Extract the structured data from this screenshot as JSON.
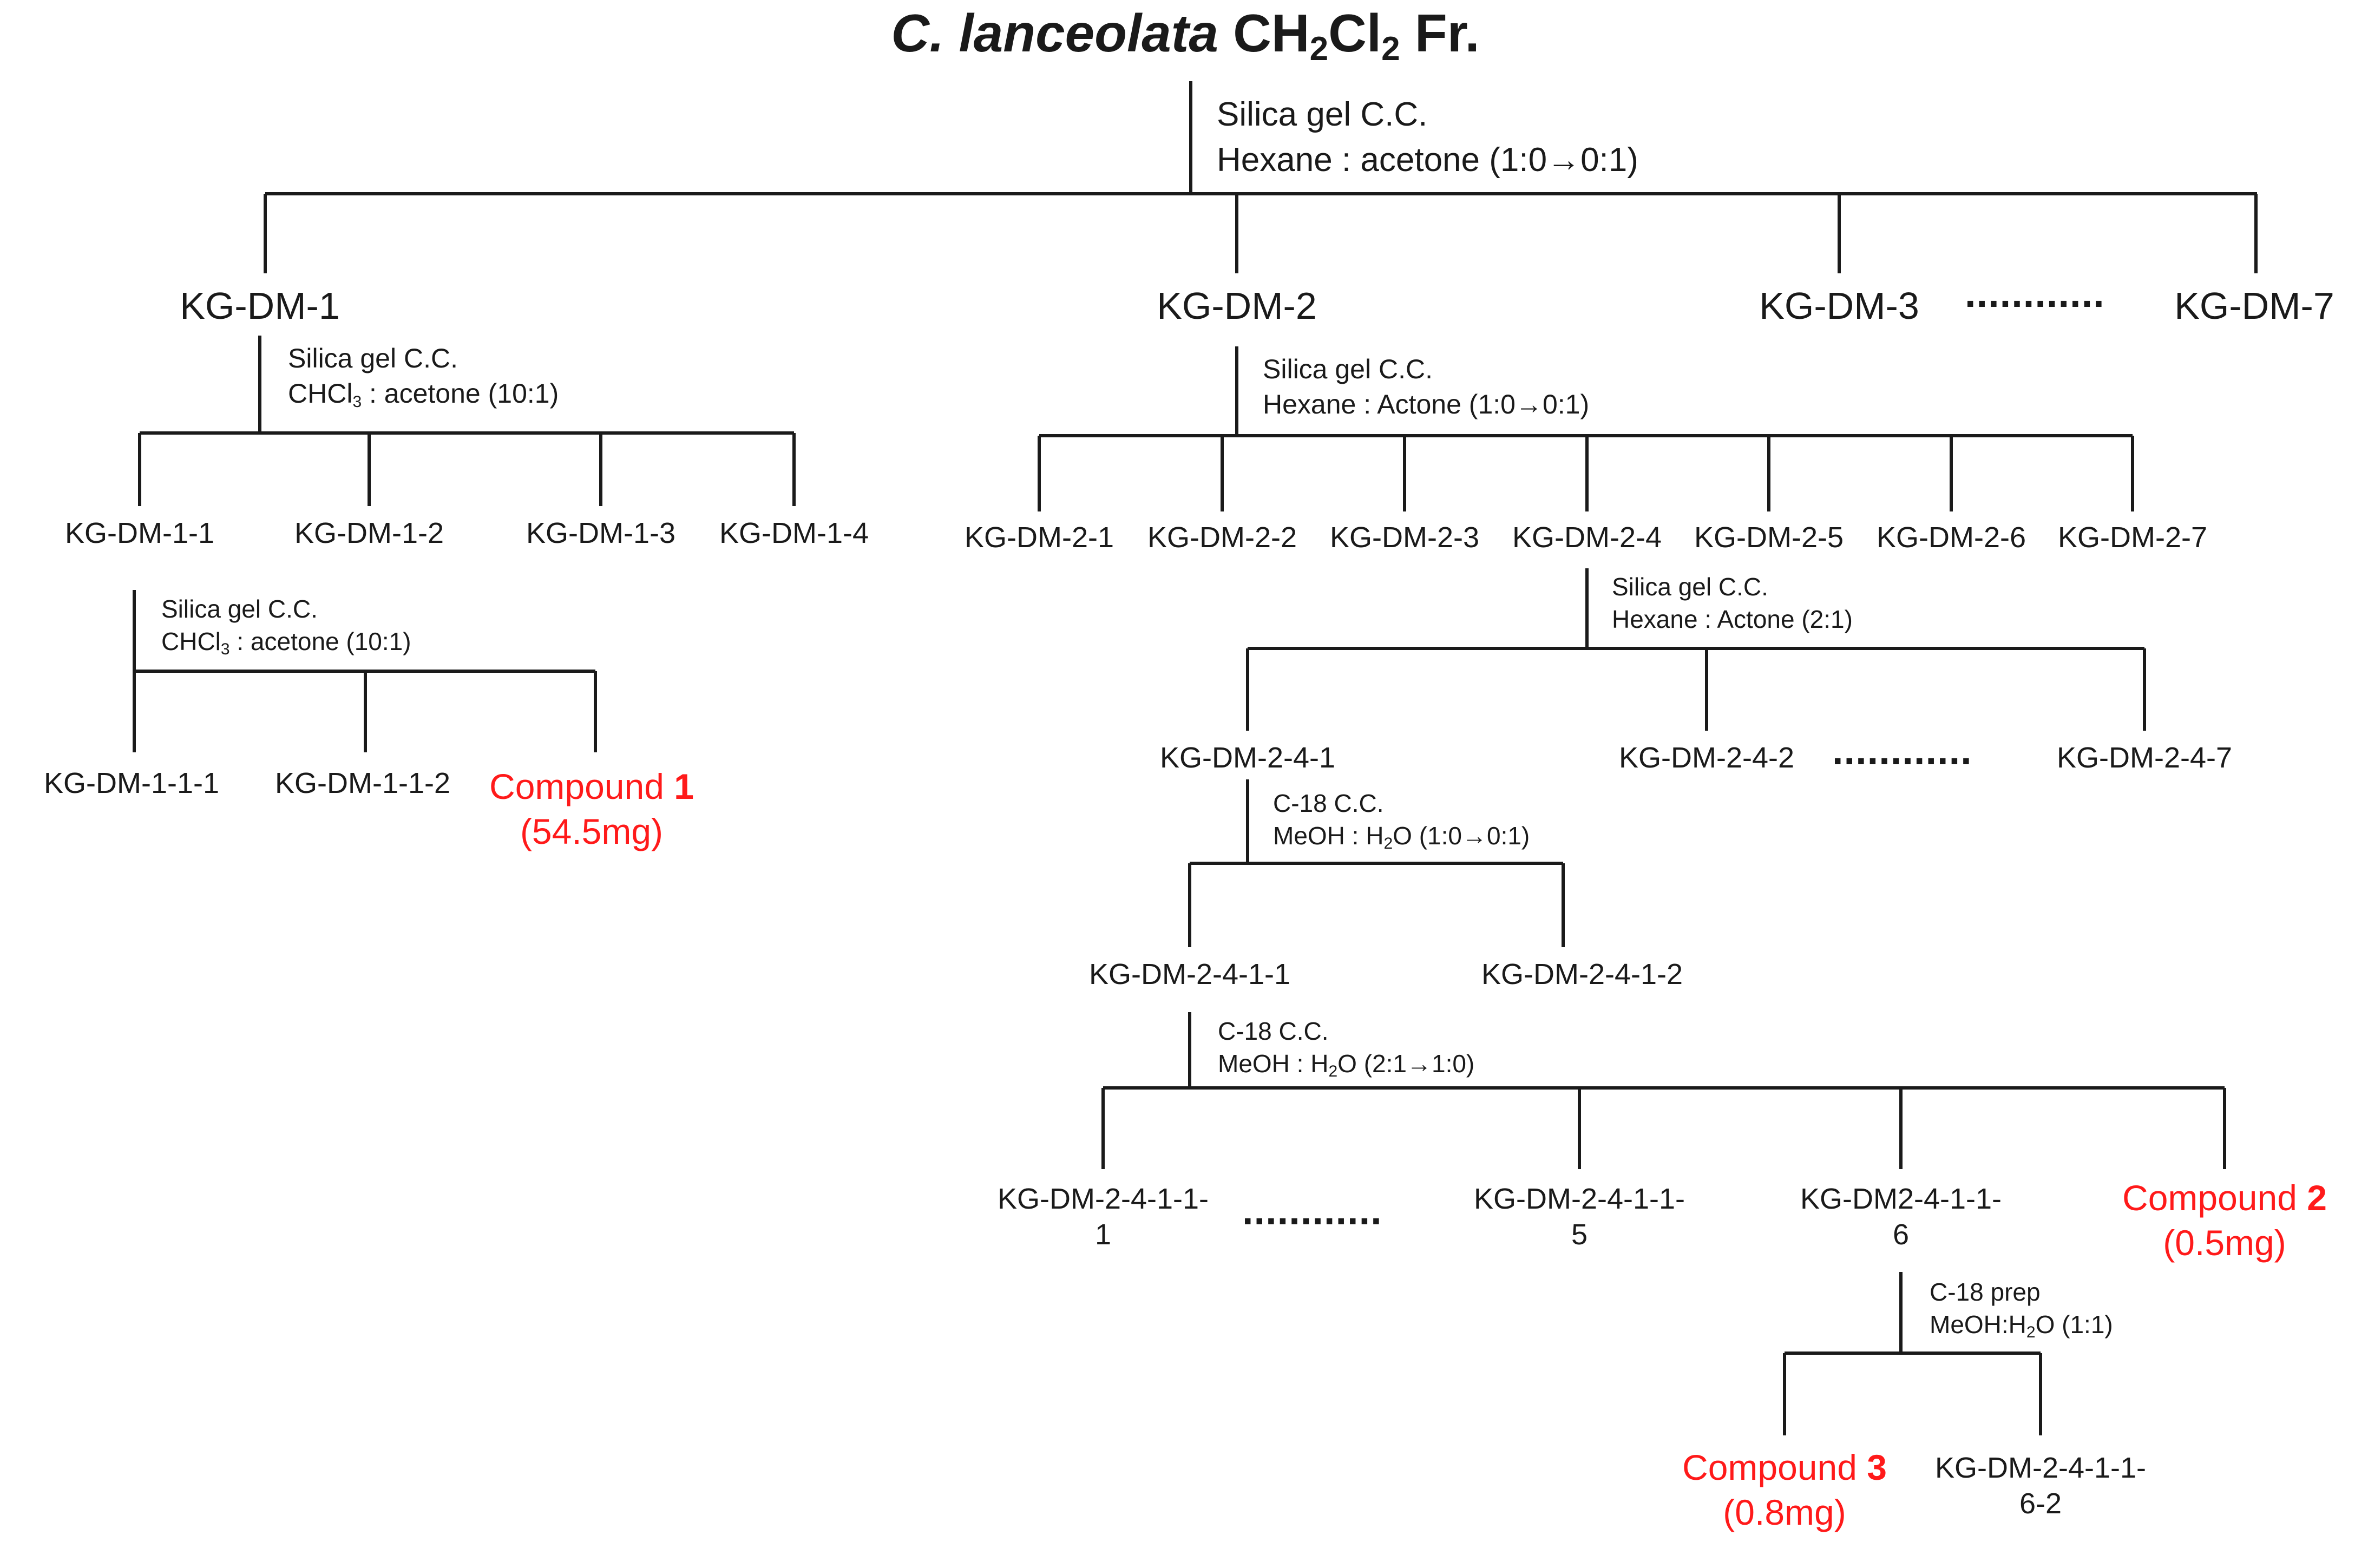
{
  "title": {
    "species": "C. lanceolata",
    "formula_main": "CH",
    "sub1": "2",
    "formula_mid": "Cl",
    "sub2": "2",
    "suffix": "Fr."
  },
  "step_main": {
    "line1": "Silica gel C.C.",
    "line2": "Hexane : acetone (1:0→0:1)"
  },
  "level1": [
    "KG-DM-1",
    "KG-DM-2",
    "KG-DM-3",
    "KG-DM-7"
  ],
  "step_dm1": {
    "line1": "Silica gel C.C.",
    "line2_a": "CHCl",
    "line2_sub": "3",
    "line2_b": " : acetone (10:1)"
  },
  "dm1_children": [
    "KG-DM-1-1",
    "KG-DM-1-2",
    "KG-DM-1-3",
    "KG-DM-1-4"
  ],
  "step_dm11": {
    "line1": "Silica gel C.C.",
    "line2_a": "CHCl",
    "line2_sub": "3",
    "line2_b": " : acetone (10:1)"
  },
  "dm11_children": [
    "KG-DM-1-1-1",
    "KG-DM-1-1-2"
  ],
  "compound1": {
    "label": "Compound ",
    "number": "1",
    "amount": "(54.5mg)"
  },
  "step_dm2": {
    "line1": "Silica gel C.C.",
    "line2": "Hexane : Actone (1:0→0:1)"
  },
  "dm2_children": [
    "KG-DM-2-1",
    "KG-DM-2-2",
    "KG-DM-2-3",
    "KG-DM-2-4",
    "KG-DM-2-5",
    "KG-DM-2-6",
    "KG-DM-2-7"
  ],
  "step_dm24": {
    "line1": "Silica gel C.C.",
    "line2": "Hexane : Actone (2:1)"
  },
  "dm24_children": [
    "KG-DM-2-4-1",
    "KG-DM-2-4-2",
    "KG-DM-2-4-7"
  ],
  "step_dm241": {
    "line1": "C-18 C.C.",
    "line2_a": "MeOH : H",
    "line2_sub": "2",
    "line2_b": "O (1:0→0:1)"
  },
  "dm241_children": [
    "KG-DM-2-4-1-1",
    "KG-DM-2-4-1-2"
  ],
  "step_dm2411": {
    "line1": "C-18 C.C.",
    "line2_a": "MeOH : H",
    "line2_sub": "2",
    "line2_b": "O (2:1→1:0)"
  },
  "dm2411_children": [
    {
      "line1": "KG-DM-2-4-1-1-",
      "line2": "1"
    },
    {
      "line1": "KG-DM-2-4-1-1-",
      "line2": "5"
    },
    {
      "line1": "KG-DM2-4-1-1-",
      "line2": "6"
    }
  ],
  "compound2": {
    "label": "Compound ",
    "number": "2",
    "amount": "(0.5mg)"
  },
  "step_dm24116": {
    "line1": "C-18 prep",
    "line2_a": "MeOH:H",
    "line2_sub": "2",
    "line2_b": "O (1:1)"
  },
  "compound3": {
    "label": "Compound ",
    "number": "3",
    "amount": "(0.8mg)"
  },
  "dm24116_child": {
    "line1": "KG-DM-2-4-1-1-",
    "line2": "6-2"
  },
  "ellipsis": "............",
  "colors": {
    "line": "#1a1a1a",
    "compound": "#ff1a1a",
    "text": "#1a1a1a"
  }
}
